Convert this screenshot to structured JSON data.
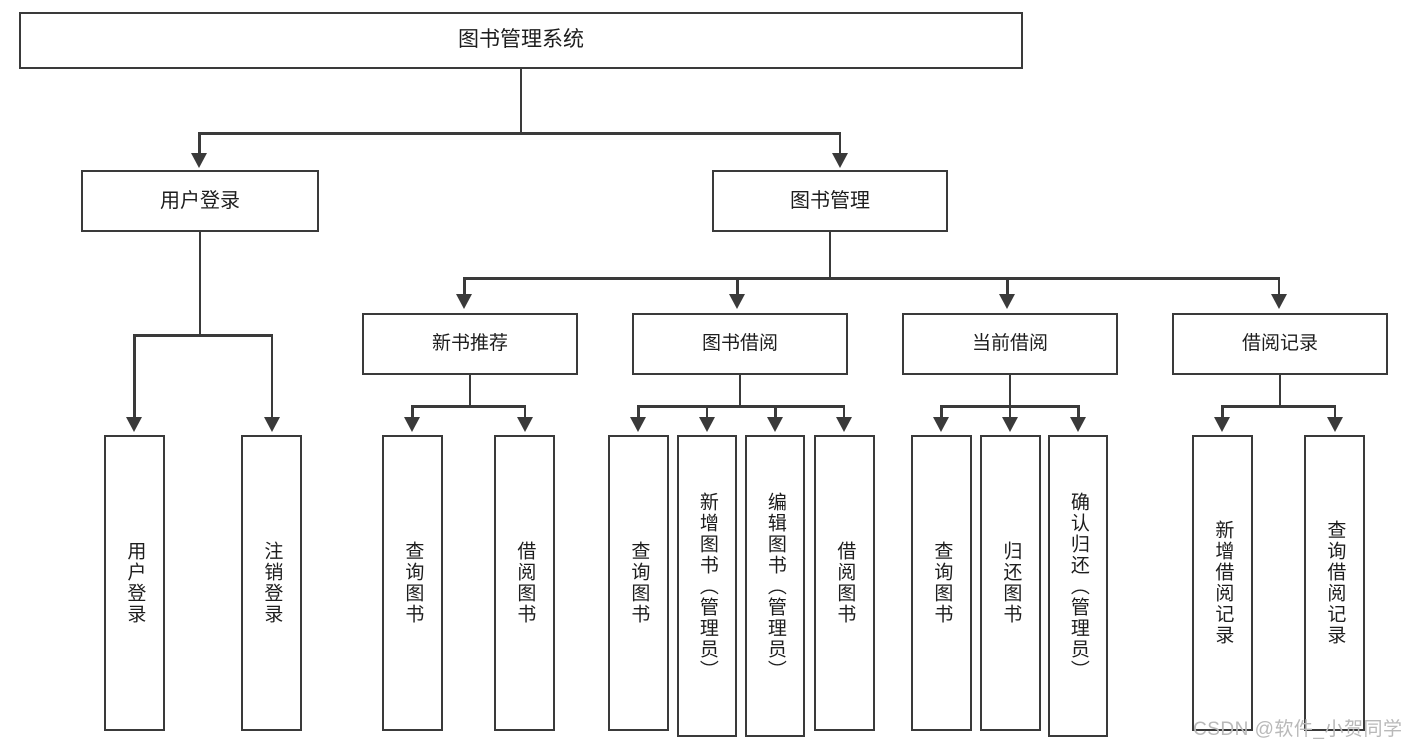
{
  "diagram": {
    "type": "tree-hierarchy-chart",
    "title": "图书管理系统",
    "line_color": "#3a3a3a",
    "box_fill": "#ffffff",
    "text_color": "#1d1d1d",
    "watermark": "CSDN @软件_小贺同学",
    "watermark_color": "#b9b9b9"
  },
  "root": {
    "label": "图书管理系统"
  },
  "level1": [
    {
      "id": "user-login",
      "label": "用户登录"
    },
    {
      "id": "book-manage",
      "label": "图书管理"
    }
  ],
  "level2": [
    {
      "id": "new-book-recommend",
      "label": "新书推荐",
      "parent": "book-manage"
    },
    {
      "id": "book-borrow",
      "label": "图书借阅",
      "parent": "book-manage"
    },
    {
      "id": "current-borrow",
      "label": "当前借阅",
      "parent": "book-manage"
    },
    {
      "id": "borrow-record",
      "label": "借阅记录",
      "parent": "book-manage"
    }
  ],
  "leaves": {
    "user_login": [
      {
        "id": "leaf-user-login",
        "label": "用户登录"
      },
      {
        "id": "leaf-user-logout",
        "label": "注销登录"
      }
    ],
    "new_book_recommend": [
      {
        "id": "leaf-query-book-1",
        "label": "查询图书"
      },
      {
        "id": "leaf-borrow-book-1",
        "label": "借阅图书"
      }
    ],
    "book_borrow": [
      {
        "id": "leaf-query-book-2",
        "label": "查询图书"
      },
      {
        "id": "leaf-add-book",
        "label": "新增图书（管理员）"
      },
      {
        "id": "leaf-edit-book",
        "label": "编辑图书（管理员）"
      },
      {
        "id": "leaf-borrow-book-2",
        "label": "借阅图书"
      }
    ],
    "current_borrow": [
      {
        "id": "leaf-query-book-3",
        "label": "查询图书"
      },
      {
        "id": "leaf-return-book",
        "label": "归还图书"
      },
      {
        "id": "leaf-confirm-return",
        "label": "确认归还（管理员）"
      }
    ],
    "borrow_record": [
      {
        "id": "leaf-add-record",
        "label": "新增借阅记录"
      },
      {
        "id": "leaf-query-record",
        "label": "查询借阅记录"
      }
    ]
  }
}
